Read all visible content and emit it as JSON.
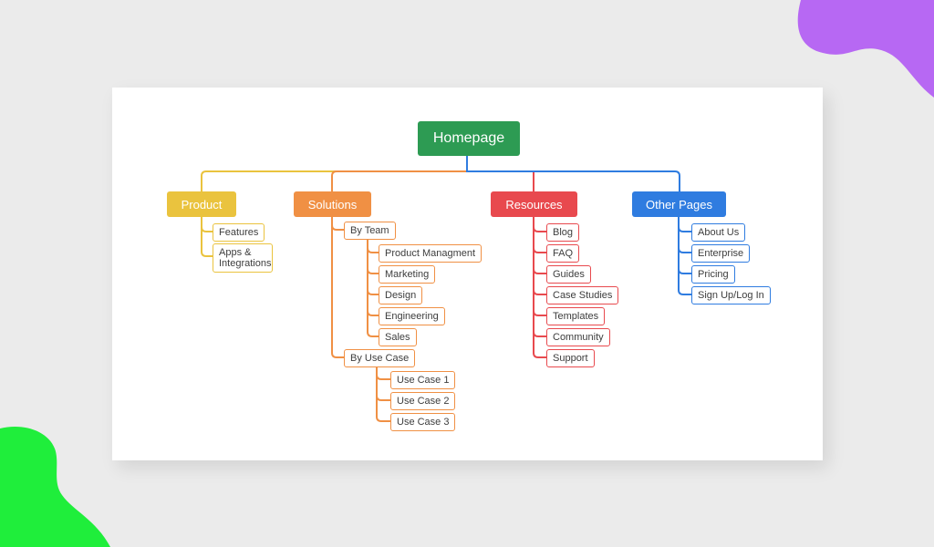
{
  "colors": {
    "background": "#ebebeb",
    "card": "#ffffff",
    "homepage": "#2d9b53",
    "product": "#eac33e",
    "solutions": "#f09044",
    "resources": "#e8494e",
    "other_pages": "#2f7ce0",
    "child_text": "#3d3d3d",
    "blob_purple": "#b768f3",
    "blob_green": "#1fee3b"
  },
  "decorations": {
    "top_right_blob": "purple organic shape",
    "bottom_left_blob": "green organic shape"
  },
  "sitemap": {
    "root": {
      "label": "Homepage"
    },
    "branches": [
      {
        "label": "Product",
        "children": [
          {
            "label": "Features"
          },
          {
            "label": "Apps & Integrations"
          }
        ]
      },
      {
        "label": "Solutions",
        "children": [
          {
            "label": "By Team",
            "children": [
              {
                "label": "Product Managment"
              },
              {
                "label": "Marketing"
              },
              {
                "label": "Design"
              },
              {
                "label": "Engineering"
              },
              {
                "label": "Sales"
              }
            ]
          },
          {
            "label": "By Use Case",
            "children": [
              {
                "label": "Use Case 1"
              },
              {
                "label": "Use Case 2"
              },
              {
                "label": "Use Case 3"
              }
            ]
          }
        ]
      },
      {
        "label": "Resources",
        "children": [
          {
            "label": "Blog"
          },
          {
            "label": "FAQ"
          },
          {
            "label": "Guides"
          },
          {
            "label": "Case Studies"
          },
          {
            "label": "Templates"
          },
          {
            "label": "Community"
          },
          {
            "label": "Support"
          }
        ]
      },
      {
        "label": "Other Pages",
        "children": [
          {
            "label": "About Us"
          },
          {
            "label": "Enterprise"
          },
          {
            "label": "Pricing"
          },
          {
            "label": "Sign Up/Log In"
          }
        ]
      }
    ]
  }
}
